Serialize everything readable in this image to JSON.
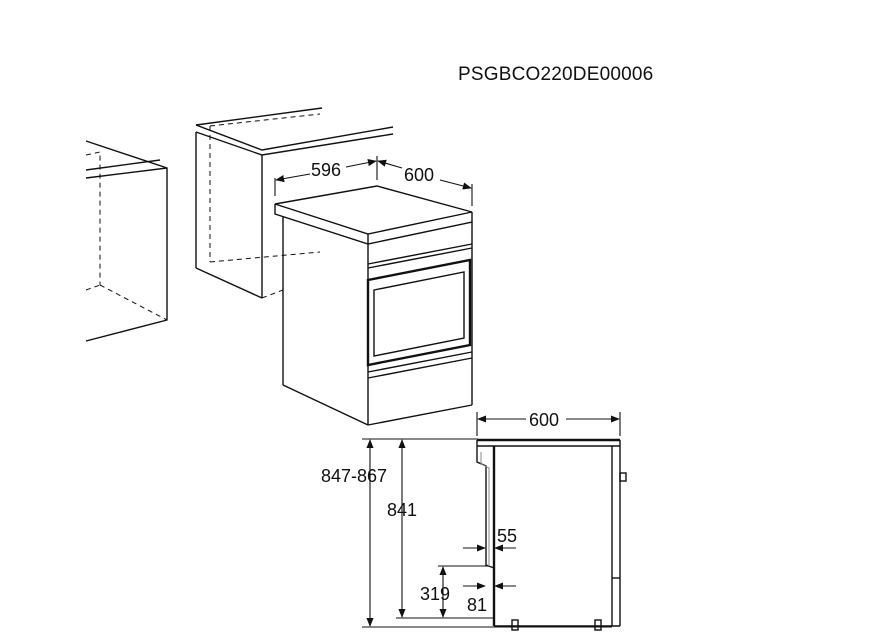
{
  "document_code": "PSGBCO220DE00006",
  "dimensions": {
    "depth_top": "596",
    "width_top": "600",
    "width_side": "600",
    "height_adjustable": "847-867",
    "height_body": "841",
    "rear_gap": "55",
    "lower_height": "319",
    "lower_gap": "81"
  },
  "icons": {
    "cooker": "freestanding-cooker-icon",
    "cabinet": "kitchen-cabinet-icon",
    "dimension_arrow": "dimension-arrow-icon"
  }
}
